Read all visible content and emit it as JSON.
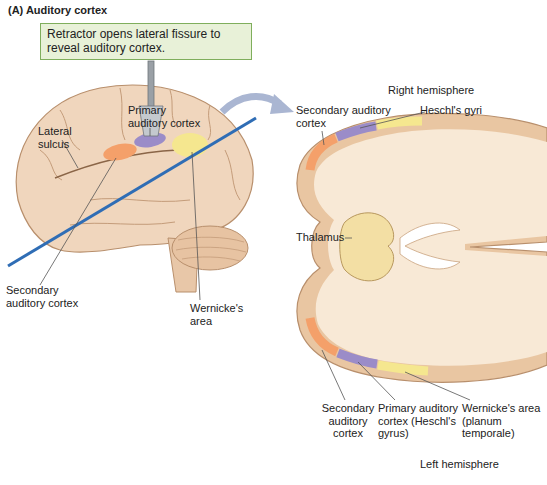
{
  "diagram": {
    "title": "(A) Auditory cortex",
    "nodes": [
      {
        "text": [
          "Retractor opens lateral fissure to reveal auditory cortex."
        ]
      }
    ],
    "labels": [
      "Lateral sulcus",
      "Primary auditory cortex",
      "Right hemisphere",
      "Secondary auditory cortex",
      "Heschl's gyri",
      "Thalamus",
      "Secondary auditory cortex",
      "Wernicke's area",
      "Secondary auditory cortex",
      "Primary auditory cortex (Heschl's gyrus)",
      "Wernicke's area (planum temporale)",
      "Left hemisphere"
    ]
  }
}
